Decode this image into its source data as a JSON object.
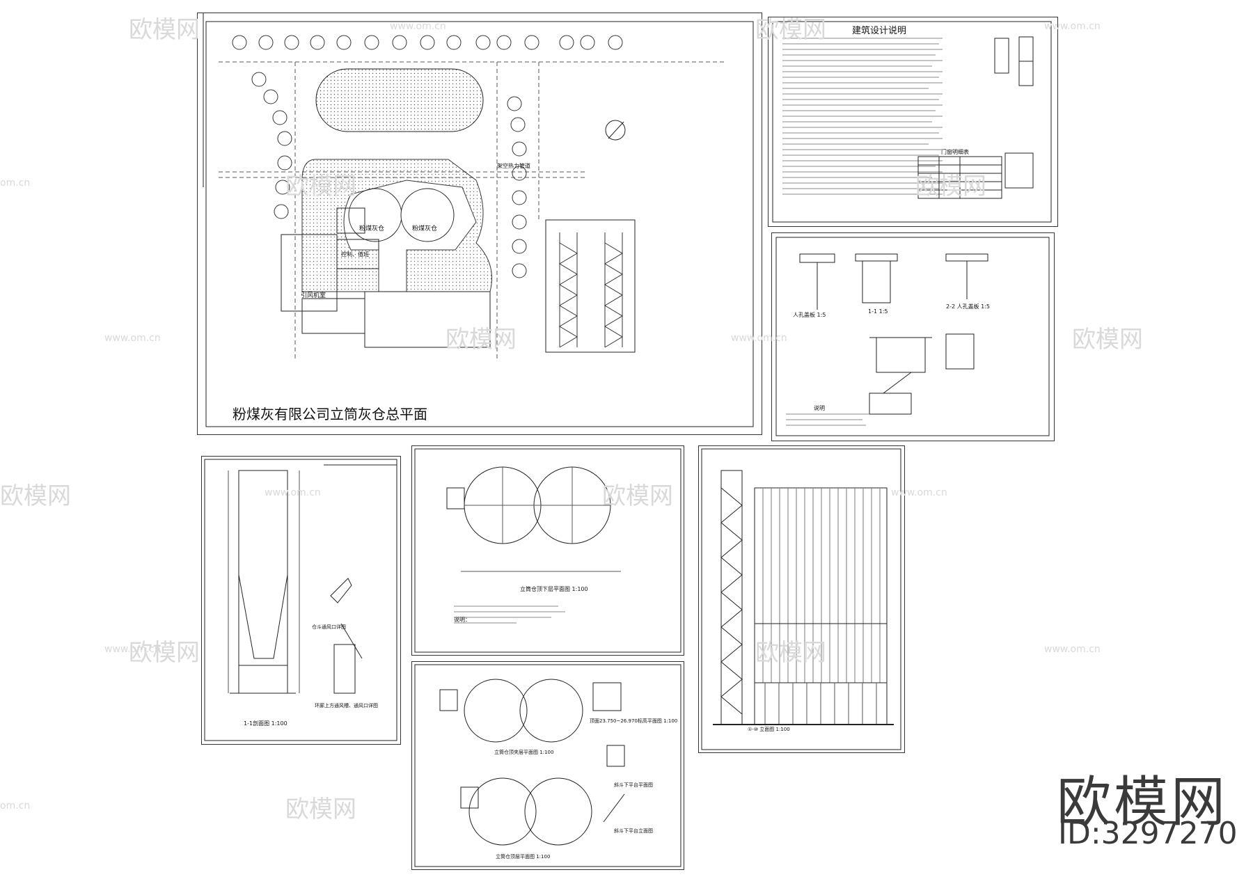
{
  "site_plan": {
    "title": "粉煤灰有限公司立筒灰仓总平面",
    "silo1": "粉煤灰仓",
    "silo2": "粉煤灰仓",
    "fan_room": "引风机室",
    "control_room": "控制、值班",
    "pipe_label": "架空热力管道"
  },
  "notes_sheet": {
    "title": "建筑设计说明",
    "door_table_title": "门窗明细表"
  },
  "detail_sheet": {
    "d1": "人孔盖板 1:5",
    "d2": "1-1 1:5",
    "d3": "2-2 人孔盖板 1:5",
    "notes_title": "说明"
  },
  "section_sheet": {
    "title": "1-1剖面图 1:100",
    "detail_a": "仓斗通风口详图",
    "detail_b": "环廊上方通风槽、通风口详图"
  },
  "lower_plan": {
    "title": "立筒仓顶下层平面图 1:100",
    "notes_title": "说明："
  },
  "plans_sheet": {
    "t1": "立筒仓顶夹层平面图 1:100",
    "t2": "立筒仓顶层平面图 1:100",
    "t3": "顶面23.750~26.970标高平面图 1:100",
    "t4": "斜斗下平台平面图",
    "t5": "斜斗下平台立面图"
  },
  "elevation_sheet": {
    "title": "①-⑩ 立面图 1:100"
  },
  "watermark": {
    "brand": "欧模网",
    "url": "www.om.cn",
    "url_short": "om.cn"
  },
  "footer": {
    "brand": "欧模网",
    "id": "ID:3297270"
  }
}
